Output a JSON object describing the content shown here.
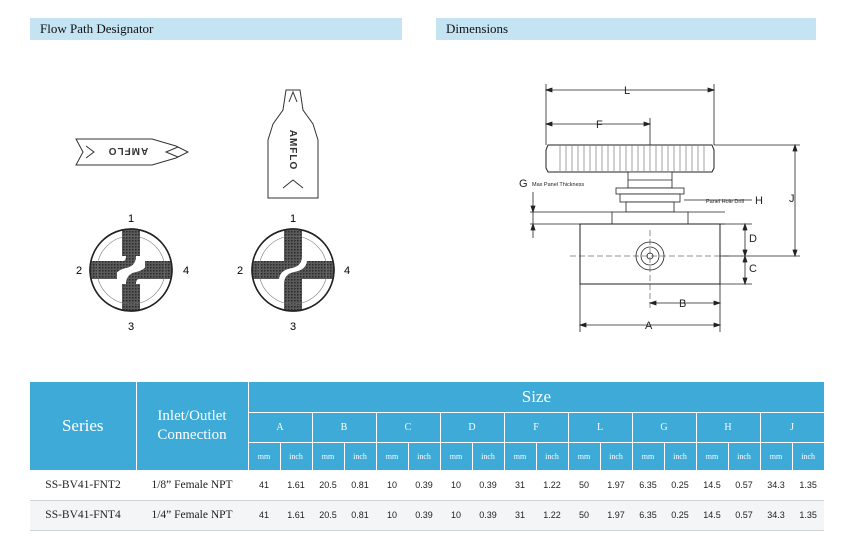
{
  "sections": {
    "flow_path": "Flow Path Designator",
    "dimensions": "Dimensions"
  },
  "designator": {
    "brand_text": "AMFLO",
    "ports": {
      "top": "1",
      "left": "2",
      "right": "4",
      "bottom": "3"
    }
  },
  "drawing": {
    "labels": {
      "L": "L",
      "F": "F",
      "G": "G",
      "H": "H",
      "J": "J",
      "D": "D",
      "C": "C",
      "B": "B",
      "A": "A"
    },
    "notes": {
      "max_panel": "Max Panel Thickness",
      "panel_hole": "Panel Hole Drill"
    }
  },
  "table": {
    "series_header": "Series",
    "connection_header_line1": "Inlet/Outlet",
    "connection_header_line2": "Connection",
    "size_header": "Size",
    "dims": [
      "A",
      "B",
      "C",
      "D",
      "F",
      "L",
      "G",
      "H",
      "J"
    ],
    "units": [
      "mm",
      "inch"
    ],
    "rows": [
      {
        "series": "SS-BV41-FNT2",
        "connection": "1/8” Female NPT",
        "values": [
          "41",
          "1.61",
          "20.5",
          "0.81",
          "10",
          "0.39",
          "10",
          "0.39",
          "31",
          "1.22",
          "50",
          "1.97",
          "6.35",
          "0.25",
          "14.5",
          "0.57",
          "34.3",
          "1.35"
        ]
      },
      {
        "series": "SS-BV41-FNT4",
        "connection": "1/4” Female NPT",
        "values": [
          "41",
          "1.61",
          "20.5",
          "0.81",
          "10",
          "0.39",
          "10",
          "0.39",
          "31",
          "1.22",
          "50",
          "1.97",
          "6.35",
          "0.25",
          "14.5",
          "0.57",
          "34.3",
          "1.35"
        ]
      }
    ]
  }
}
